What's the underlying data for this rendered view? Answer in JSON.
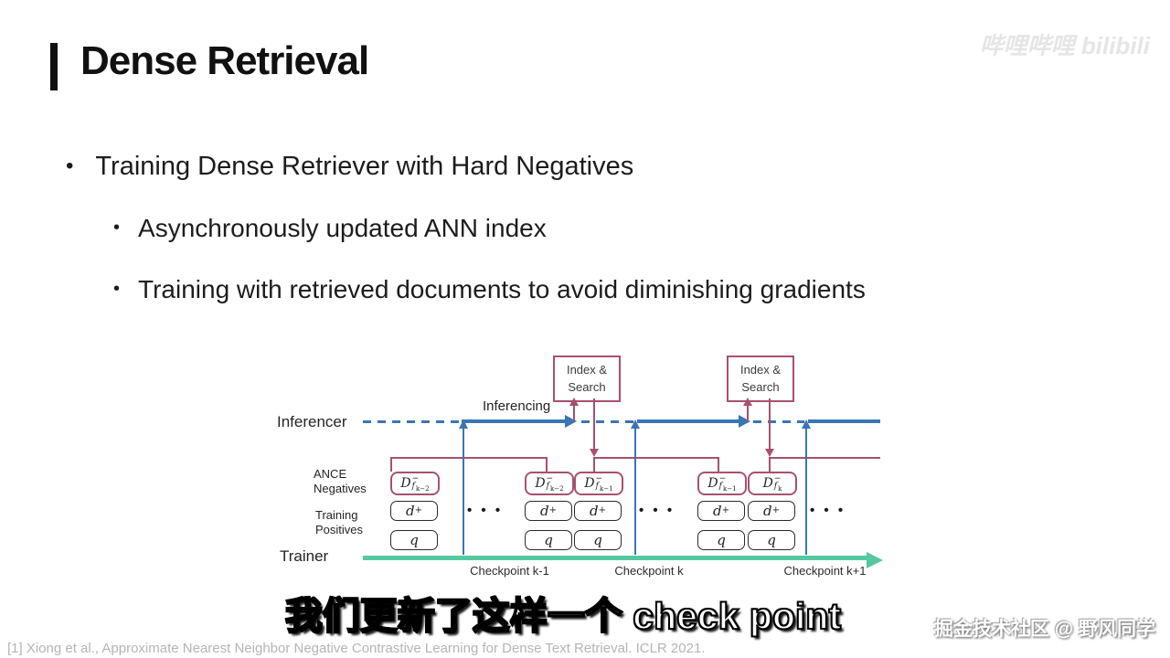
{
  "theme": {
    "maroon": "#a8506f",
    "blue": "#3a76b5",
    "green": "#55c8a0",
    "title-color": "#111111",
    "text-color": "#1c1c1c",
    "muted": "#b5b5b5"
  },
  "slide": {
    "title": "Dense Retrieval",
    "bullet_main": "Training Dense Retriever with Hard Negatives",
    "bullet_sub_1": "Asynchronously updated ANN index",
    "bullet_sub_2": "Training with retrieved documents to avoid diminishing gradients"
  },
  "diagram": {
    "index_search": {
      "line1": "Index &",
      "line2": "Search"
    },
    "labels": {
      "inferencer": "Inferencer",
      "inferencing": "Inferencing",
      "ance_1": "ANCE",
      "ance_2": "Negatives",
      "training_1": "Training",
      "training_2": "Positives",
      "trainer": "Trainer"
    },
    "ellipsis": "• • •",
    "columns": [
      {
        "D": "D",
        "minus": "−",
        "f": "f",
        "idx": "k−2",
        "d": "d",
        "plus": "+",
        "q": "q"
      },
      {
        "D": "D",
        "minus": "−",
        "f": "f",
        "idx": "k−2",
        "d": "d",
        "plus": "+",
        "q": "q"
      },
      {
        "D": "D",
        "minus": "−",
        "f": "f",
        "idx": "k−1",
        "d": "d",
        "plus": "+",
        "q": "q"
      },
      {
        "D": "D",
        "minus": "−",
        "f": "f",
        "idx": "k−1",
        "d": "d",
        "plus": "+",
        "q": "q"
      },
      {
        "D": "D",
        "minus": "−",
        "f": "f",
        "idx": "k",
        "d": "d",
        "plus": "+",
        "q": "q"
      }
    ],
    "checkpoints": [
      "Checkpoint k-1",
      "Checkpoint k",
      "Checkpoint k+1"
    ]
  },
  "subtitle": "我们更新了这样一个 check point",
  "watermarks": {
    "top_right": "哔哩哔哩 bilibili",
    "bottom_right": "掘金技术社区 @ 野风同学"
  },
  "citation": "[1] Xiong et al., Approximate Nearest Neighbor Negative Contrastive Learning for Dense Text Retrieval. ICLR 2021."
}
